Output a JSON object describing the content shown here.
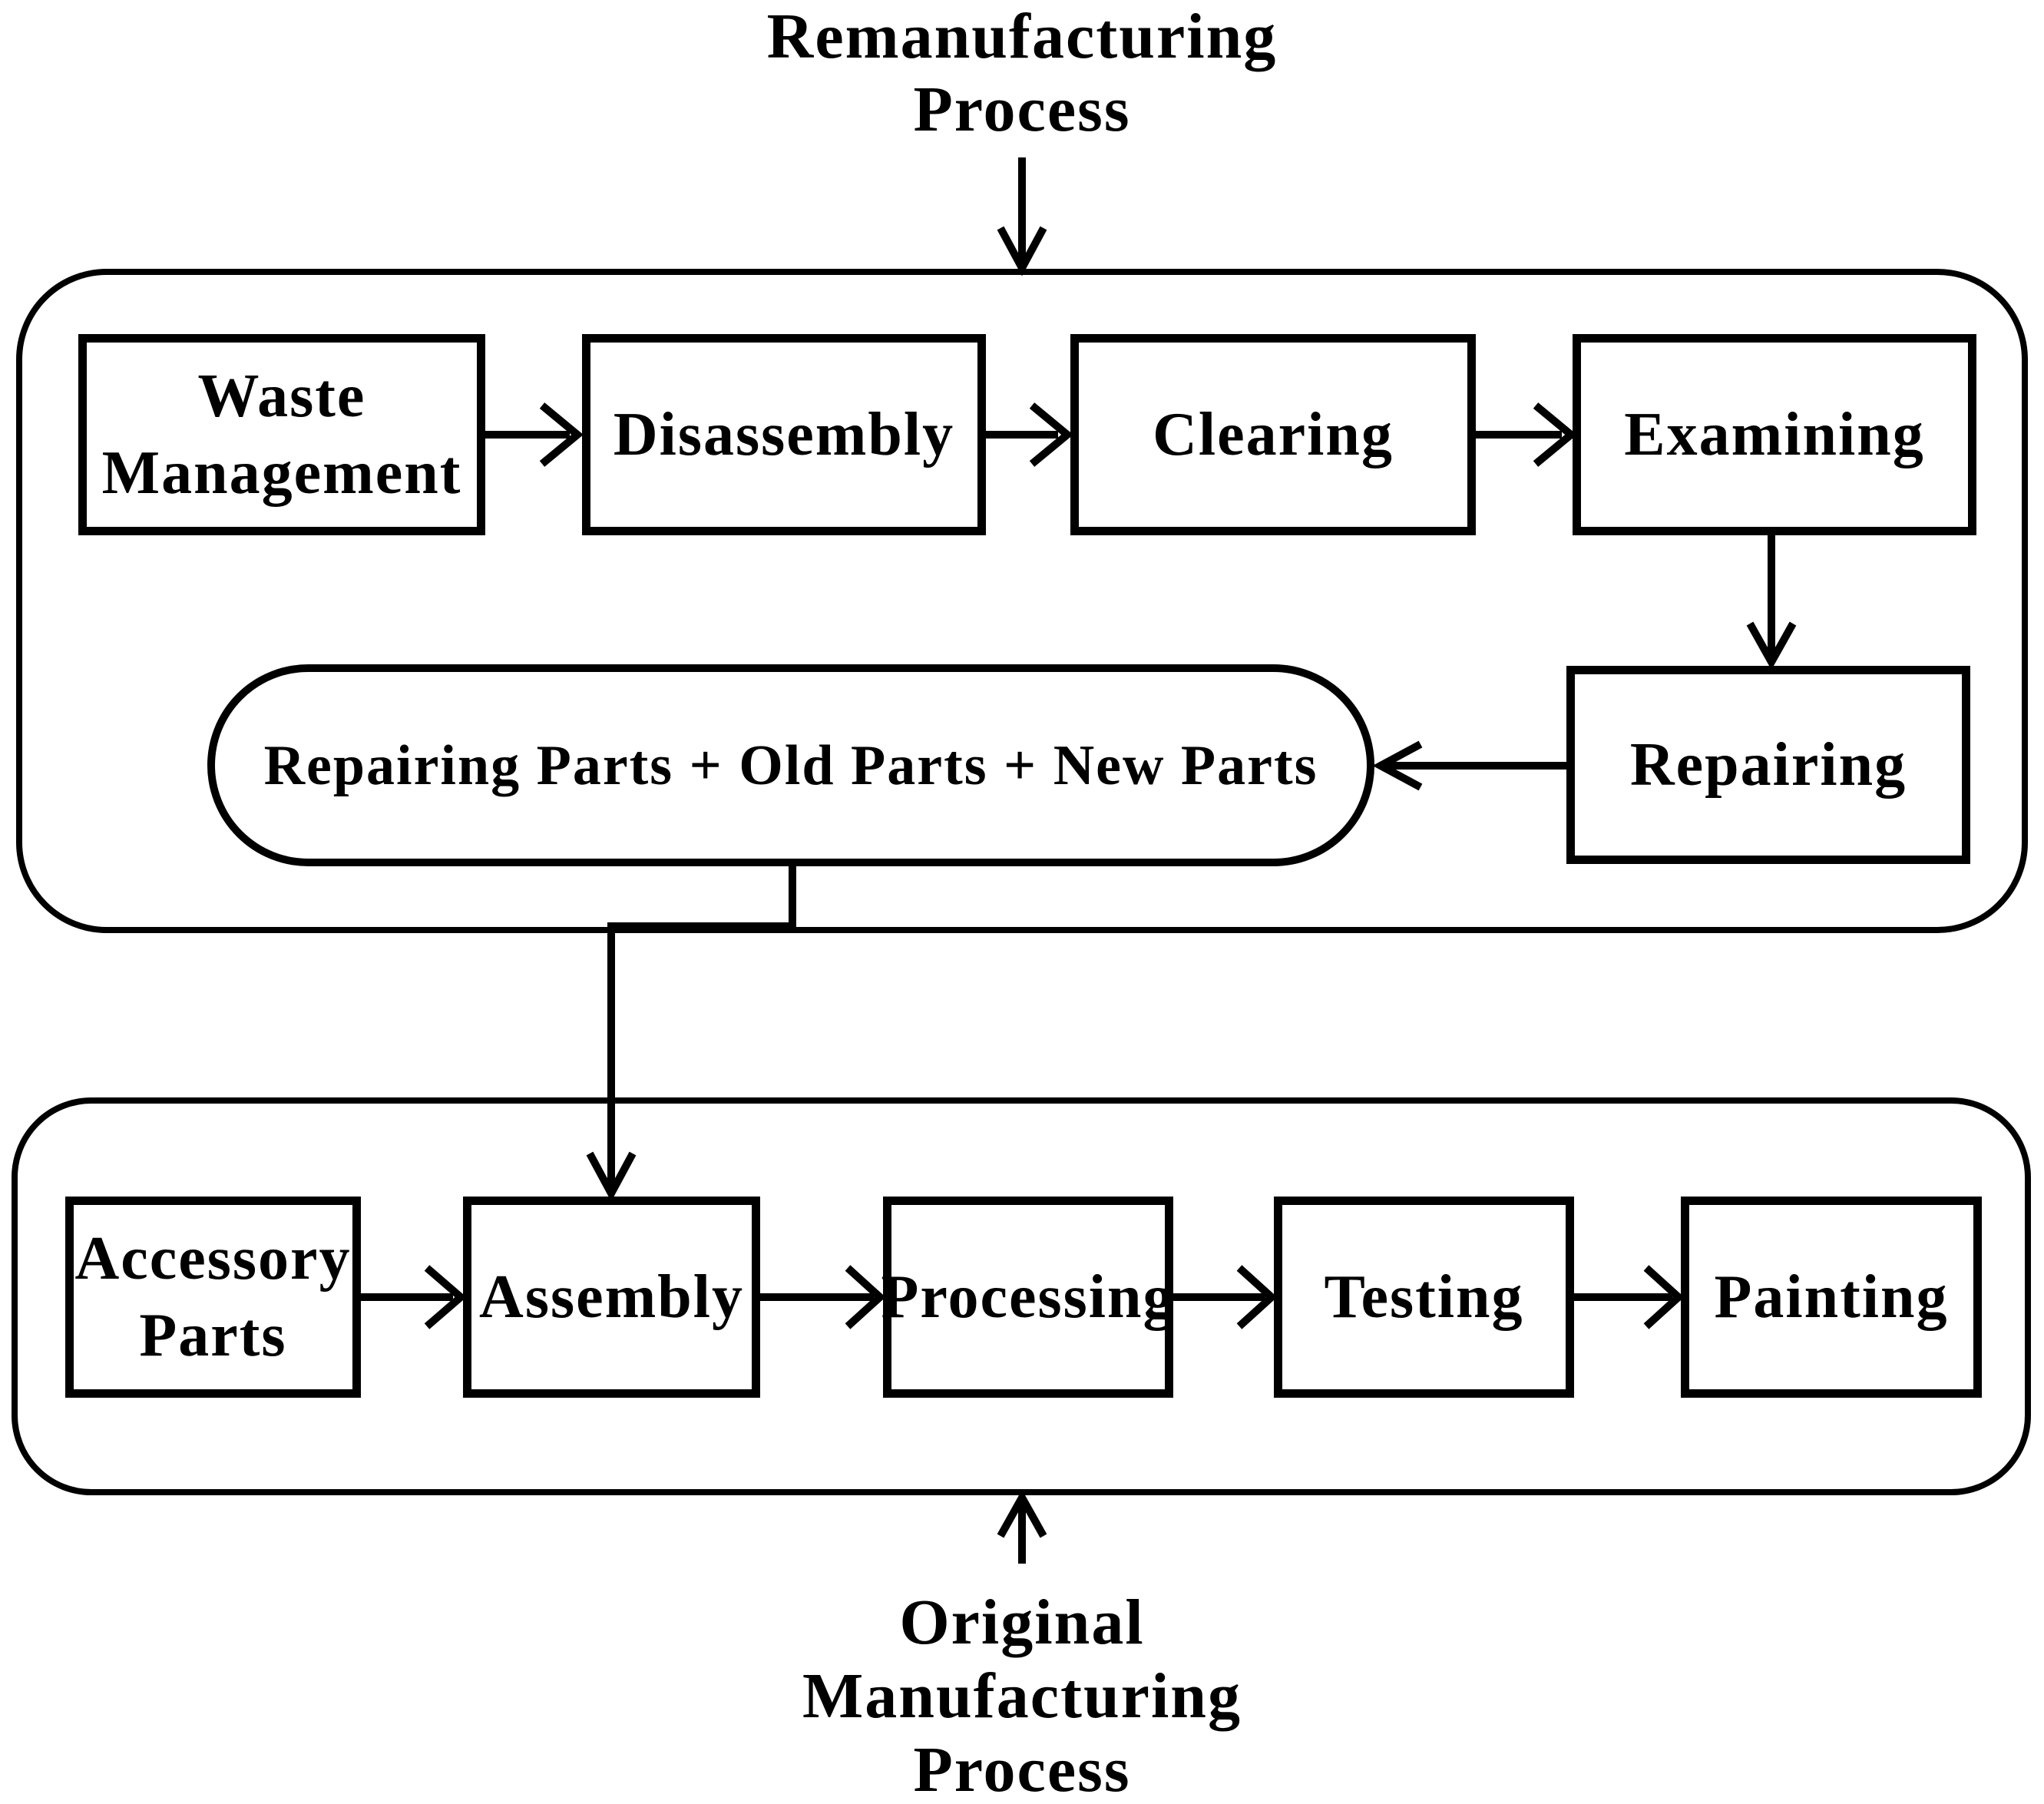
{
  "diagram": {
    "title": "Remanufacturing\nProcess",
    "bottom_label": "Original\nManufacturing\nProcess",
    "colors": {
      "ink": "#000000",
      "background": "#ffffff"
    },
    "remanufacturing": {
      "waste_management": "Waste\nManagement",
      "disassembly": "Disassembly",
      "clearing": "Clearing",
      "examining": "Examining",
      "repairing": "Repairing",
      "parts_pool": "Repairing Parts + Old Parts + New Parts"
    },
    "original": {
      "accessory_parts": "Accessory\nParts",
      "assembly": "Assembly",
      "processing": "Processing",
      "testing": "Testing",
      "painting": "Painting"
    }
  }
}
